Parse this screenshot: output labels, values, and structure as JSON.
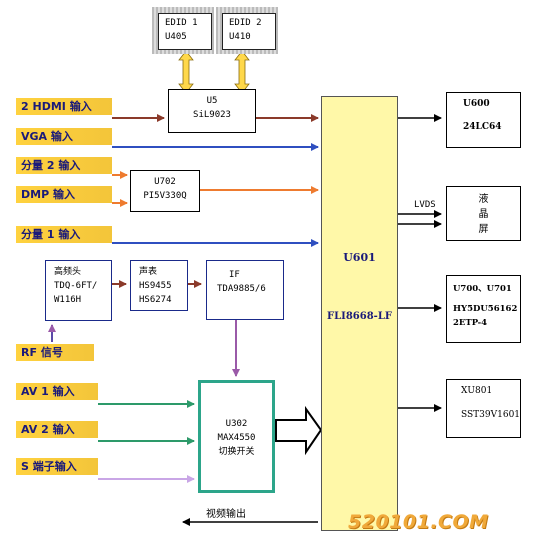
{
  "edid1": {
    "line1": "EDID 1",
    "line2": "U405"
  },
  "edid2": {
    "line1": "EDID 2",
    "line2": "U410"
  },
  "u5": {
    "line1": "U5",
    "line2": "SiL9023"
  },
  "u702": {
    "line1": "U702",
    "line2": "PI5V330Q"
  },
  "u601": {
    "line1": "U601",
    "line2": "FLI8668-LF"
  },
  "u600": {
    "line1": "U600",
    "line2": "24LC64"
  },
  "lcd": {
    "line1": "液",
    "line2": "晶",
    "line3": "屏",
    "link_label": "LVDS"
  },
  "u700": {
    "line1": "U700、U701",
    "line2": "HY5DU56162",
    "line3": "2ETP-4"
  },
  "xu801": {
    "line1": "XU801",
    "line2": "SST39V1601"
  },
  "tuner": {
    "line1": "高频头",
    "line2": "TDQ-6FT/",
    "line3": "W116H"
  },
  "sound": {
    "line1": "声表",
    "line2": "HS9455",
    "line3": "HS6274"
  },
  "if": {
    "line1": "IF",
    "line2": "TDA9885/6"
  },
  "u302": {
    "line1": "U302",
    "line2": "MAX4550",
    "line3": "切换开关"
  },
  "inputs": {
    "hdmi": "2   HDMI 输入",
    "vga": "VGA 输入",
    "comp2": "分量 2 输入",
    "dmp": "DMP 输入",
    "comp1": "分量 1 输入",
    "rf": "RF 信号",
    "av1": "AV 1 输入",
    "av2": "AV 2 输入",
    "s": "S 端子输入"
  },
  "video_out": "视频输出",
  "watermark": "520101.COM",
  "colors": {
    "input_label_bg": "#ffd23f",
    "input_label_text": "#1a1a7a",
    "brown_wire": "#8b3a2a",
    "blue_wire": "#2f4fc0",
    "orange_wire": "#ee7b2f",
    "green_wire": "#2d9a6a",
    "purple_wire": "#9a5aa8",
    "lavender_wire": "#c9a6e6",
    "u601_fill": "#fff8a8",
    "u302_border": "#2ca58a",
    "arrow_yellow": "#ffd84a",
    "watermark": "#f0a93a"
  }
}
